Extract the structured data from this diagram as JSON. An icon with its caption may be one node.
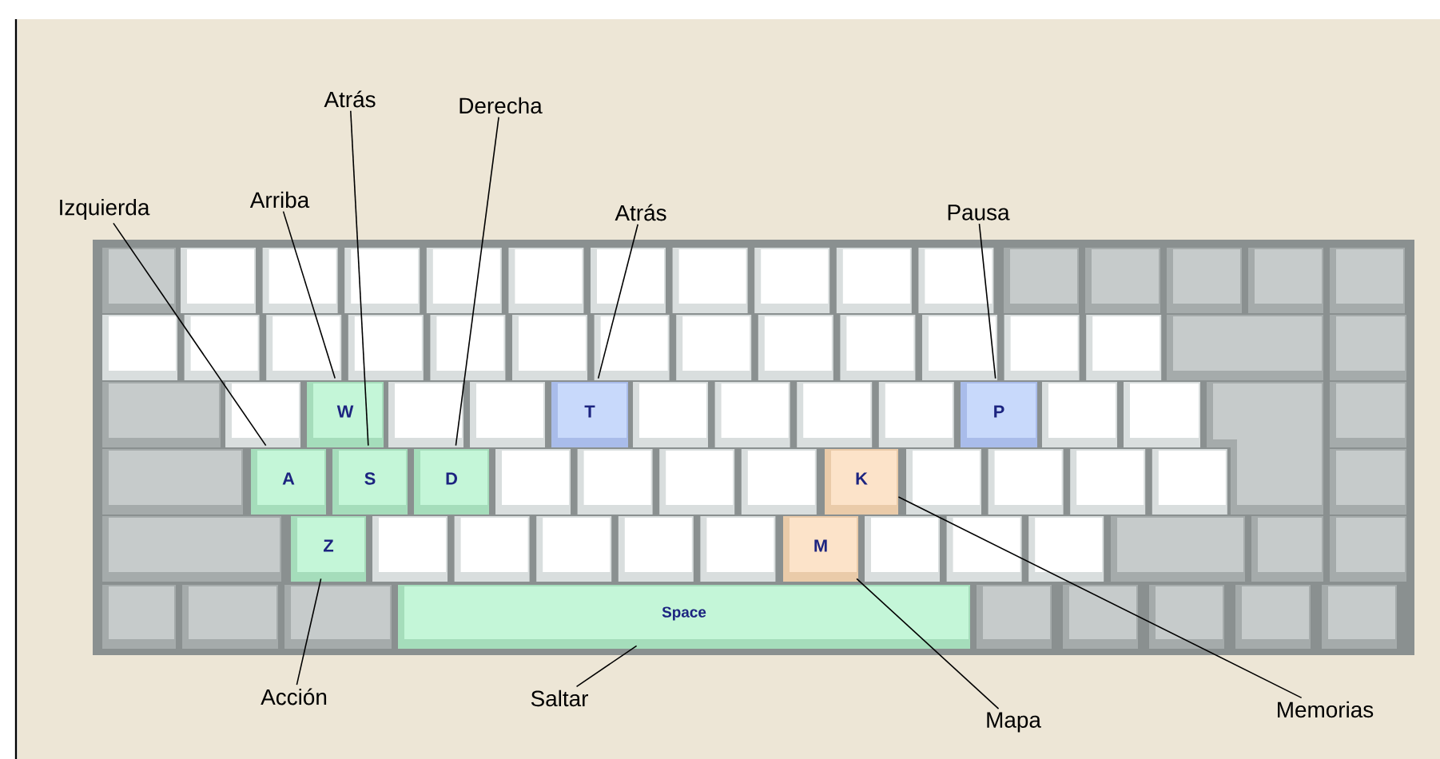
{
  "diagram": {
    "nodes": [
      {
        "text": [
          "Atrás"
        ]
      },
      {
        "text": [
          "Derecha"
        ]
      },
      {
        "text": [
          "Izquierda"
        ]
      },
      {
        "text": [
          "Arriba"
        ]
      },
      {
        "text": [
          "Atrás"
        ]
      },
      {
        "text": [
          "Pausa"
        ]
      },
      {
        "text": [
          "W"
        ]
      },
      {
        "text": [
          "T"
        ]
      },
      {
        "text": [
          "P"
        ]
      },
      {
        "text": [
          "A"
        ]
      },
      {
        "text": [
          "S"
        ]
      },
      {
        "text": [
          "D"
        ]
      },
      {
        "text": [
          "K"
        ]
      },
      {
        "text": [
          "Z"
        ]
      },
      {
        "text": [
          "M"
        ]
      },
      {
        "text": [
          "Space"
        ]
      },
      {
        "text": [
          "Acción"
        ]
      },
      {
        "text": [
          "Saltar"
        ]
      },
      {
        "text": [
          "Mapa"
        ]
      },
      {
        "text": [
          "Memorias"
        ]
      }
    ],
    "edges": [
      {
        "from": 2,
        "to": 9,
        "arrow": "none"
      },
      {
        "from": 3,
        "to": 6,
        "arrow": "none"
      },
      {
        "from": 0,
        "to": 10,
        "arrow": "none"
      },
      {
        "from": 1,
        "to": 11,
        "arrow": "none"
      },
      {
        "from": 4,
        "to": 7,
        "arrow": "none"
      },
      {
        "from": 5,
        "to": 8,
        "arrow": "none"
      },
      {
        "from": 16,
        "to": 13,
        "arrow": "none"
      },
      {
        "from": 17,
        "to": 15,
        "arrow": "none"
      },
      {
        "from": 18,
        "to": 14,
        "arrow": "none"
      },
      {
        "from": 19,
        "to": 12,
        "arrow": "none"
      }
    ]
  }
}
